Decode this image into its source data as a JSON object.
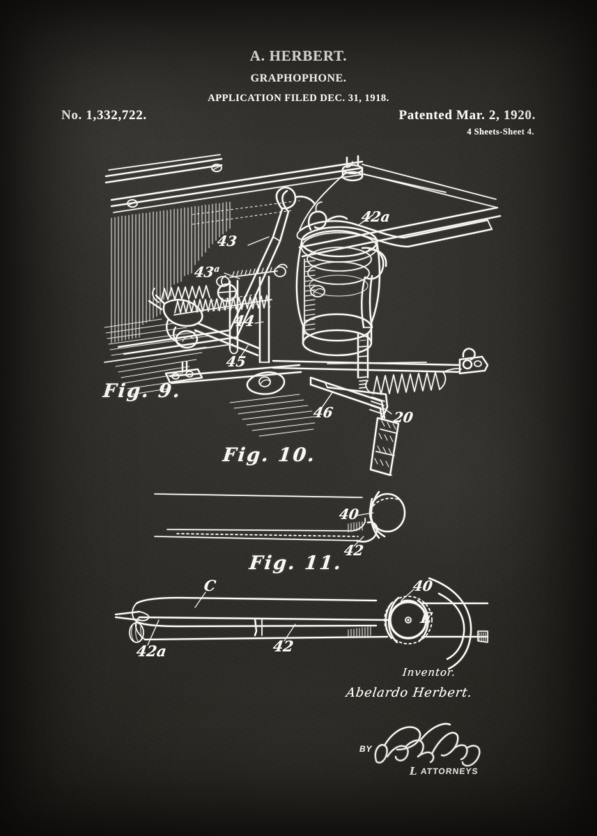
{
  "document": {
    "type": "patent-drawing-sheet",
    "background_color": "#2a2824",
    "ink_color": "#f2f1ea"
  },
  "header": {
    "inventor_line": "A. HERBERT.",
    "title": "GRAPHOPHONE.",
    "application_line": "APPLICATION FILED DEC. 31, 1918.",
    "patent_number": "No. 1,332,722.",
    "patented_date": "Patented Mar. 2, 1920.",
    "sheet_info": "4 Sheets-Sheet 4."
  },
  "figures": [
    {
      "caption": "Fig. 9.",
      "numerals": [
        "43",
        "43a",
        "44",
        "45",
        "42a"
      ]
    },
    {
      "caption": "Fig. 10.",
      "numerals": [
        "46",
        "20",
        "40",
        "42"
      ]
    },
    {
      "caption": "Fig. 11.",
      "numerals": [
        "C",
        "42a",
        "42",
        "40",
        "E"
      ]
    }
  ],
  "captions": {
    "fig9": "Fig. 9.",
    "fig10": "Fig. 10.",
    "fig11": "Fig. 11."
  },
  "numerals": {
    "n43": "43",
    "n43a_base": "43",
    "n43a_sup": "a",
    "n44": "44",
    "n45": "45",
    "n42a_top": "42a",
    "n46": "46",
    "n20": "20",
    "n40_mid": "40",
    "n42_mid": "42",
    "n_c": "C",
    "n42a_bot": "42a",
    "n42_bot": "42",
    "n40_bot": "40",
    "n_e": "E"
  },
  "signature": {
    "inventor_label": "Inventor.",
    "inventor_name": "Abelardo Herbert.",
    "by_label": "BY",
    "attorneys_label": "ATTORNEYS",
    "attorney_mark": "L"
  }
}
